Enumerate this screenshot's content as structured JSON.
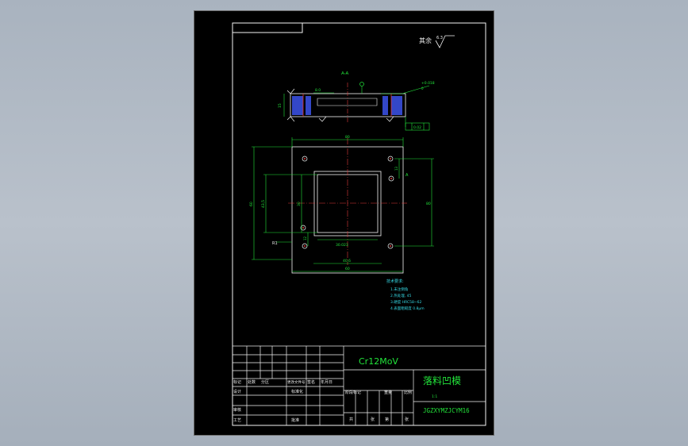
{
  "roughness_note": {
    "label": "其余",
    "value": "6.3"
  },
  "section_label": "A-A",
  "dims": {
    "width_outer": "80",
    "width_inner": "40,6",
    "width_bottom": "60",
    "height_left": "60",
    "height_inner": "43,5",
    "height_right": "80",
    "square": "30",
    "square_tol": "30.023",
    "small_v": "13",
    "pin_v": "12",
    "side_a": "A",
    "corner_r": "R1",
    "top_dim": "8.0",
    "thickness": "15",
    "tol_top": "+0.018",
    "tol_top_sub": "0",
    "flatness": "0.02"
  },
  "tech_requirements": {
    "title": "技术要求:",
    "items": [
      "1.未注倒角",
      "2.热处理, 45",
      "3.硬度 HRC58~62",
      "4.表面粗糙度 0.8μm"
    ]
  },
  "title_block": {
    "material": "Cr12MoV",
    "part_name": "落料凹模",
    "drawing_no": "JGZXYMZJCYM16",
    "scale": "1:1",
    "headers": [
      "标记",
      "处数",
      "分区",
      "更改文件号",
      "签名",
      "年月日"
    ],
    "rows": [
      "设计",
      "审核",
      "工艺"
    ],
    "std_labels": [
      "标准化",
      "批准"
    ],
    "stage_headers": [
      "阶段标记",
      "重量",
      "比例"
    ],
    "sheet_info": [
      "共",
      "张",
      "第",
      "张"
    ]
  }
}
